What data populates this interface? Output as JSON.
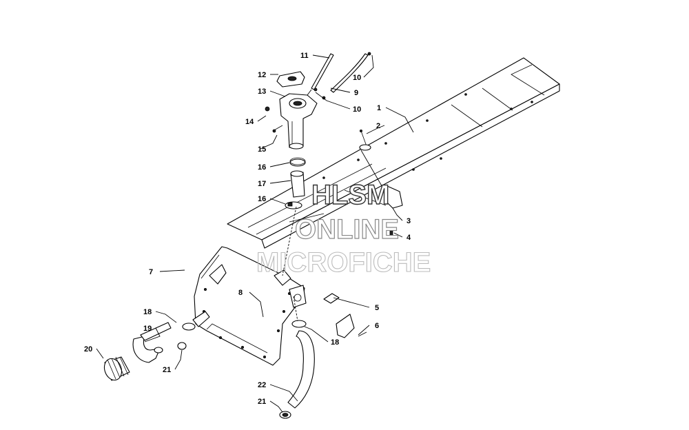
{
  "diagram": {
    "callouts": [
      "11",
      "12",
      "10",
      "13",
      "9",
      "10",
      "1",
      "14",
      "2",
      "15",
      "16",
      "17",
      "16",
      "3",
      "4",
      "7",
      "8",
      "5",
      "18",
      "19",
      "6",
      "18",
      "20",
      "21",
      "22",
      "21"
    ]
  },
  "watermark": {
    "line1": "HLSM",
    "line2": "ONLINE",
    "line3": "MICROFICHE"
  }
}
